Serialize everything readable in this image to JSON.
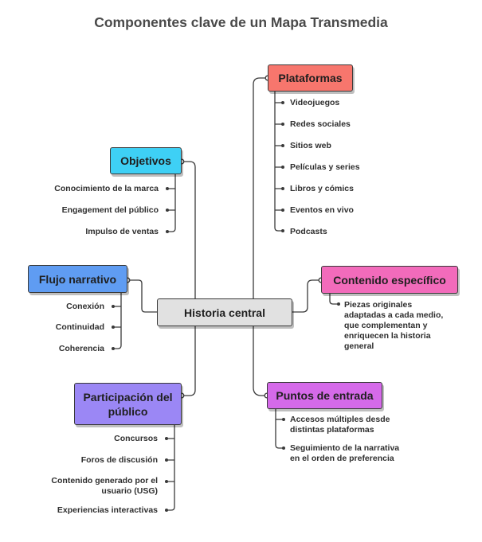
{
  "title": "Componentes clave de un Mapa Transmedia",
  "colors": {
    "center": "#e1e1e1",
    "objetivos": "#3ed0f5",
    "flujo": "#5f9cf2",
    "participacion": "#9b87f5",
    "plataformas": "#f7766d",
    "contenido": "#f26bbb",
    "puntos": "#d56ae9"
  },
  "center": {
    "label": "Historia central"
  },
  "objetivos": {
    "label": "Objetivos",
    "items": [
      "Conocimiento de la marca",
      "Engagement del público",
      "Impulso de ventas"
    ]
  },
  "flujo": {
    "label": "Flujo narrativo",
    "items": [
      "Conexión",
      "Continuidad",
      "Coherencia"
    ]
  },
  "participacion": {
    "label": "Participación del público",
    "items": [
      "Concursos",
      "Foros de discusión",
      "Contenido generado por el usuario (USG)",
      "Experiencias interactivas"
    ]
  },
  "plataformas": {
    "label": "Plataformas",
    "items": [
      "Videojuegos",
      "Redes sociales",
      "Sitios web",
      "Películas y series",
      "Libros y cómics",
      "Eventos en vivo",
      "Podcasts"
    ]
  },
  "contenido": {
    "label": "Contenido específico",
    "items": [
      "Piezas originales adaptadas a cada medio, que complementan y enriquecen la historia general"
    ]
  },
  "puntos": {
    "label": "Puntos de entrada",
    "items": [
      "Accesos múltiples desde distintas plataformas",
      "Seguimiento de la narrativa en el orden de preferencia"
    ]
  }
}
